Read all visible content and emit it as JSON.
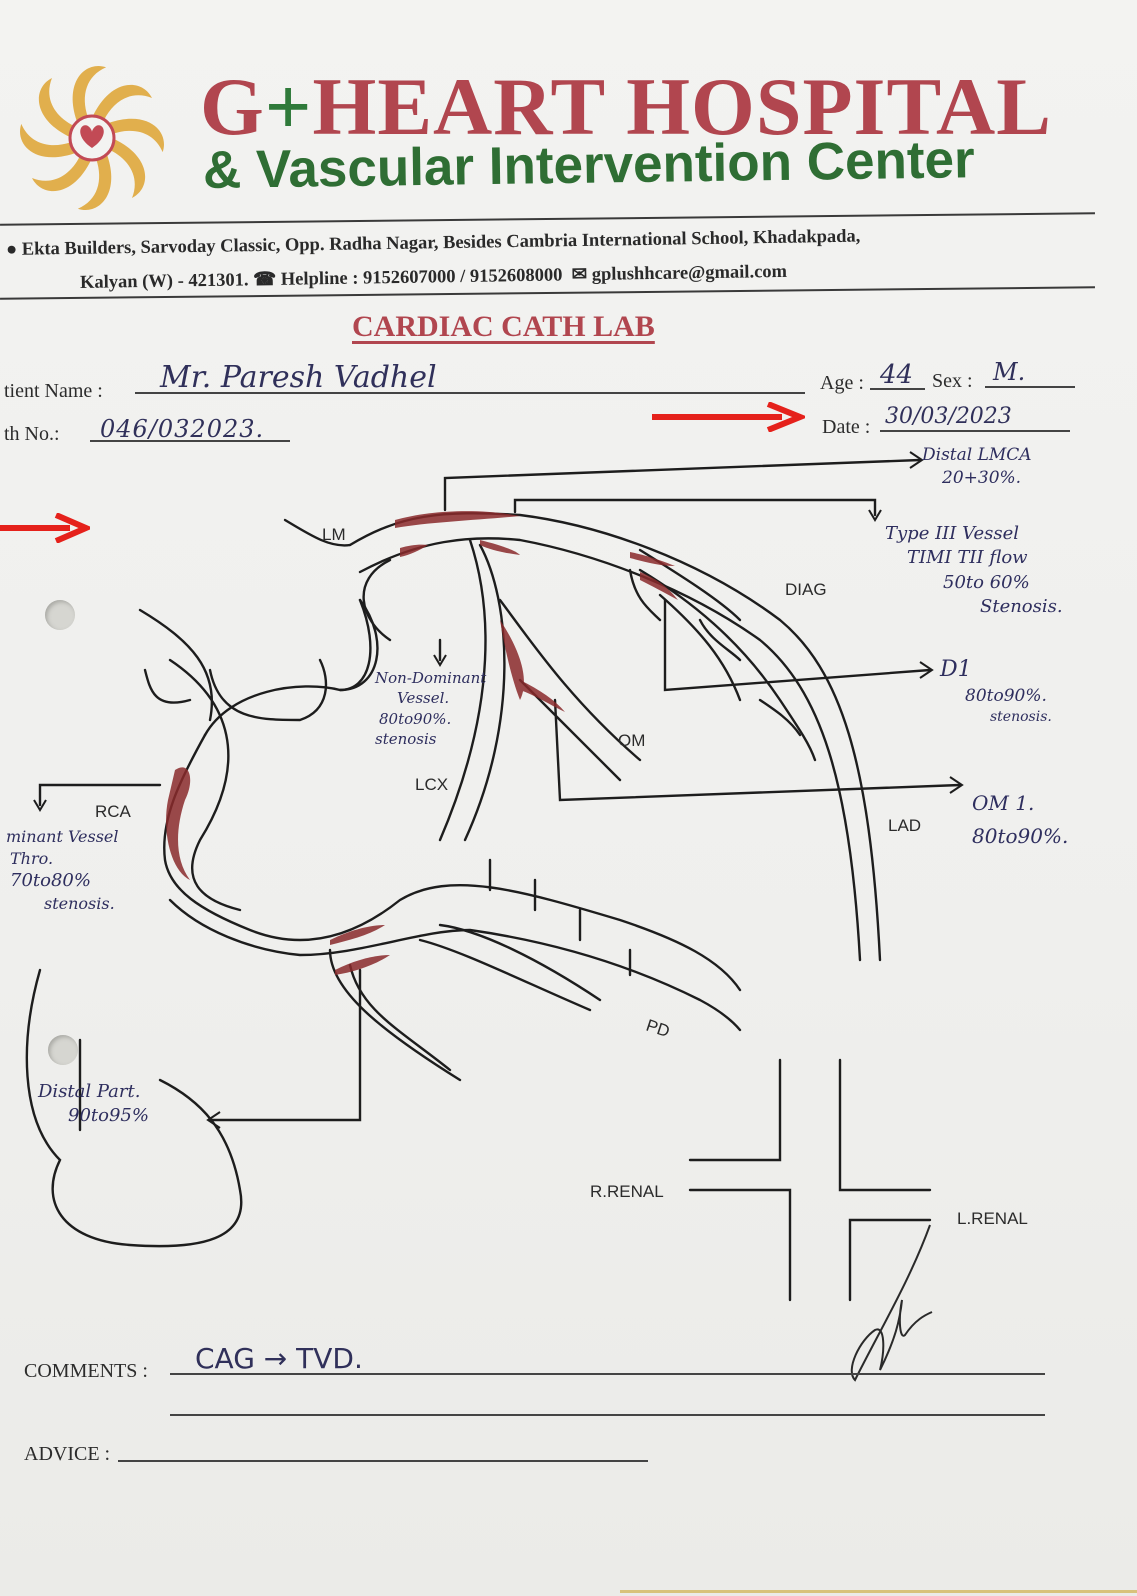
{
  "header": {
    "title_left": "G",
    "title_plus": "+",
    "title_right": "HEART HOSPITAL",
    "subtitle": "& Vascular Intervention Center",
    "address_line1": "Ekta Builders, Sarvoday Classic, Opp. Radha Nagar, Besides Cambria International School, Khadakpada,",
    "address_line2_a": "Kalyan (W) - 421301.",
    "helpline": "Helpline : 9152607000 / 9152608000",
    "email": "gplushhcare@gmail.com"
  },
  "section_title": "CARDIAC CATH LAB",
  "form": {
    "patient_name_label": "tient Name :",
    "patient_name_value": "Mr. Paresh Vadhel",
    "age_label": "Age :",
    "age_value": "44",
    "sex_label": "Sex :",
    "sex_value": "M.",
    "cath_no_label": "th No.:",
    "cath_no_value": "046/032023.",
    "date_label": "Date :",
    "date_value": "30/03/2023"
  },
  "diagram_labels": {
    "lm": "LM",
    "diag": "DIAG",
    "om": "OM",
    "lad": "LAD",
    "rca": "RCA",
    "lcx": "LCX",
    "pd": "PD",
    "r_renal": "R.RENAL",
    "l_renal": "L.RENAL"
  },
  "notes": {
    "lmca_1": "Distal LMCA",
    "lmca_2": "20+30%.",
    "type_1": "Type III Vessel",
    "type_2": "TIMI TII flow",
    "type_3": "50to 60%",
    "type_4": "Stenosis.",
    "d1_1": "D1",
    "d1_2": "80to90%.",
    "d1_3": "stenosis.",
    "om1_1": "OM 1.",
    "om1_2": "80to90%.",
    "lcx_1": "Non-Dominant",
    "lcx_2": "Vessel.",
    "lcx_3": "80to90%.",
    "lcx_4": "stenosis",
    "rca_1": "minant Vessel",
    "rca_2": "Thro.",
    "rca_3": "70to80%",
    "rca_4": "stenosis.",
    "distal_1": "Distal Part.",
    "distal_2": "90to95%"
  },
  "footer": {
    "comments_label": "COMMENTS :",
    "comments_value": "CAG → TVD.",
    "advice_label": "ADVICE :"
  },
  "colors": {
    "brand_red": "#b1464f",
    "brand_green": "#2f7a3a",
    "arrow_red": "#e5211b",
    "lesion": "#8a2a2c"
  }
}
